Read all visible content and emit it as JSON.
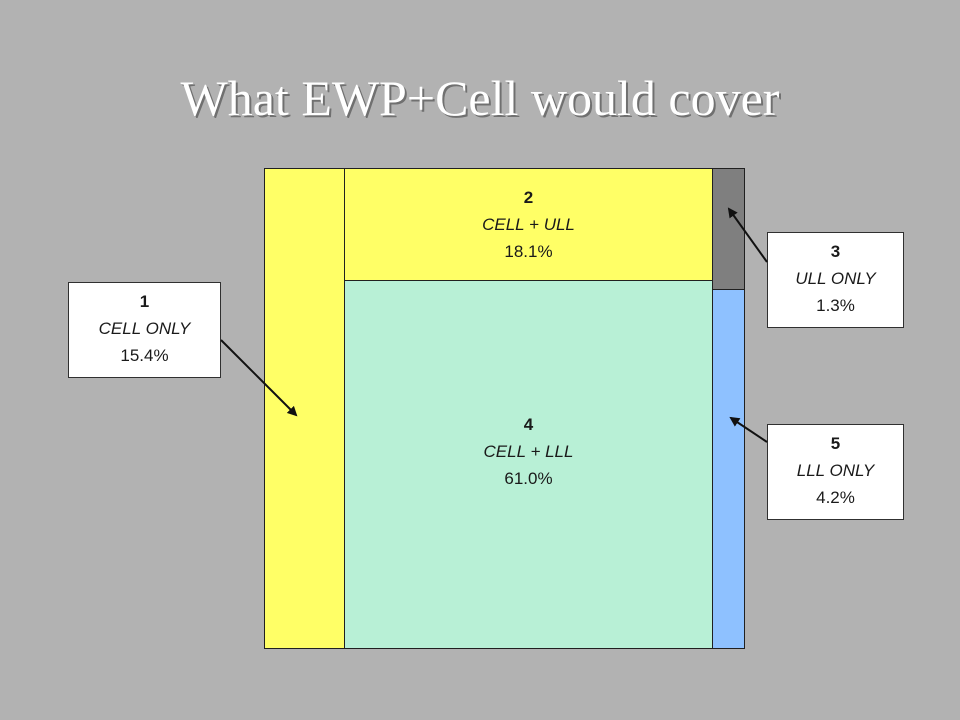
{
  "title": "What EWP+Cell would cover",
  "segments": {
    "cell_only": {
      "number": "1",
      "name": "CELL ONLY",
      "percent": "15.4%",
      "color": "#ffff66"
    },
    "cell_ull": {
      "number": "2",
      "name": "CELL + ULL",
      "percent": "18.1%",
      "color": "#ffff66"
    },
    "ull_only": {
      "number": "3",
      "name": "ULL ONLY",
      "percent": "1.3%",
      "color": "#7f7f7f"
    },
    "cell_lll": {
      "number": "4",
      "name": "CELL + LLL",
      "percent": "61.0%",
      "color": "#b8f0d6"
    },
    "lll_only": {
      "number": "5",
      "name": "LLL ONLY",
      "percent": "4.2%",
      "color": "#8ec1ff"
    }
  },
  "colors": {
    "background": "#b2b2b2",
    "title_text": "#ffffff"
  }
}
